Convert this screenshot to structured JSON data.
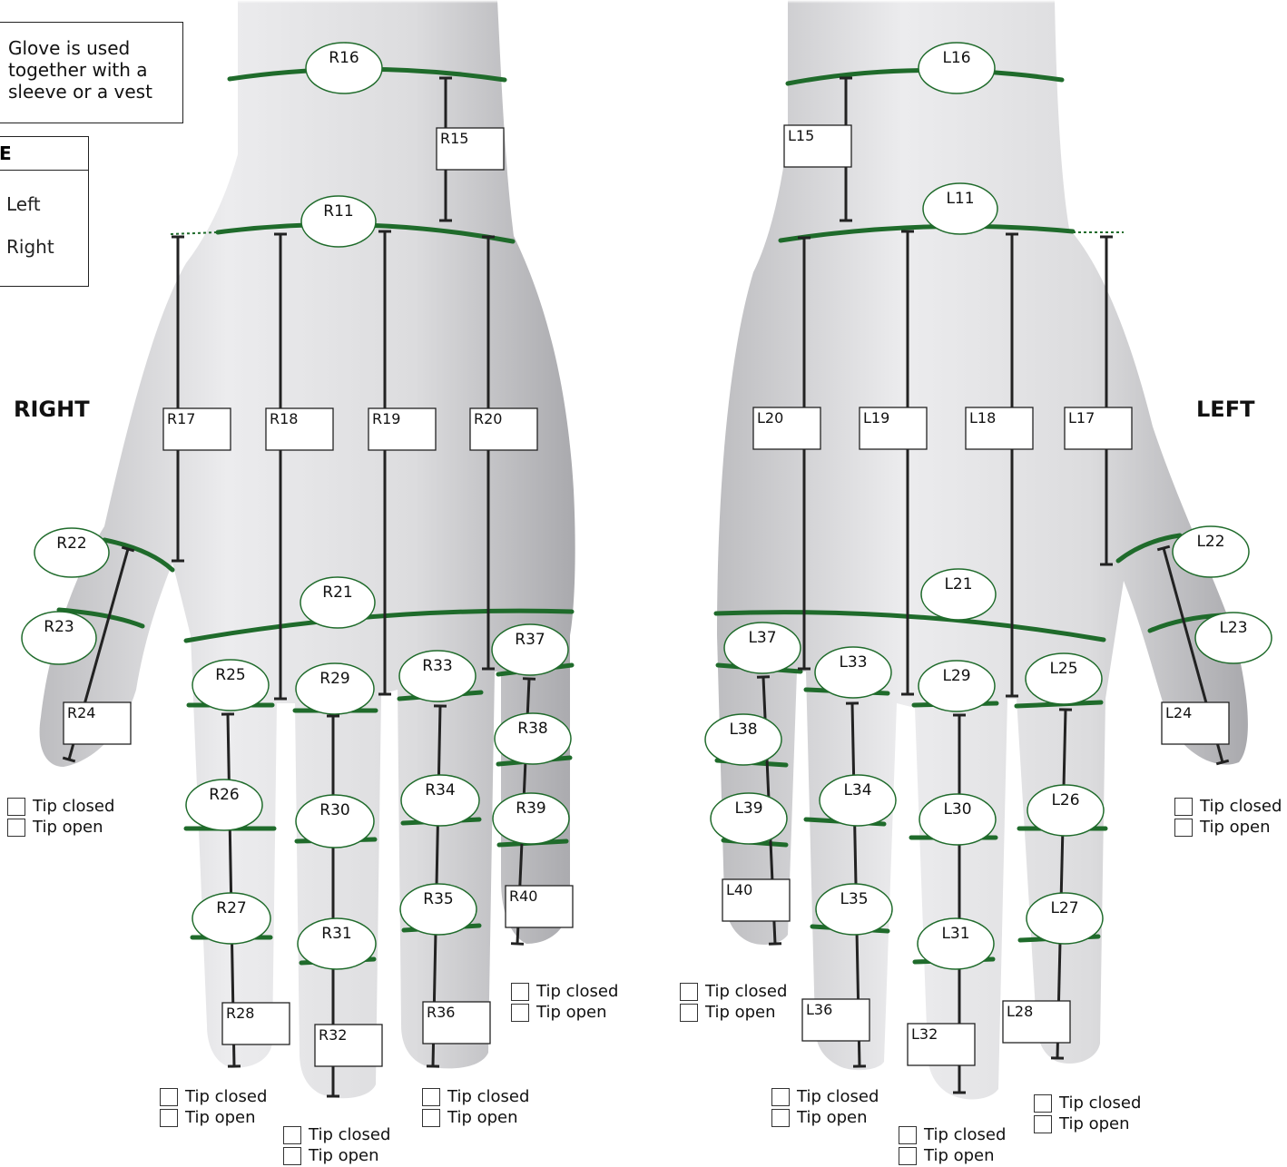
{
  "note": {
    "line1": "Glove is used",
    "line2": "together with a",
    "line3": "sleeve or a vest"
  },
  "side_selector": {
    "heading": "E",
    "options": [
      "Left",
      "Right"
    ]
  },
  "hands": {
    "right_title": "RIGHT",
    "left_title": "LEFT"
  },
  "tip_options": {
    "closed": "Tip closed",
    "open": "Tip open"
  },
  "colors": {
    "circumference_line": "#1f6b2b",
    "length_line": "#222222",
    "hand_fill": "#d6d6d8"
  },
  "right_labels": [
    "R11",
    "R15",
    "R16",
    "R17",
    "R18",
    "R19",
    "R20",
    "R21",
    "R22",
    "R23",
    "R24",
    "R25",
    "R26",
    "R27",
    "R28",
    "R29",
    "R30",
    "R31",
    "R32",
    "R33",
    "R34",
    "R35",
    "R36",
    "R37",
    "R38",
    "R39",
    "R40"
  ],
  "left_labels": [
    "L11",
    "L15",
    "L16",
    "L17",
    "L18",
    "L19",
    "L20",
    "L21",
    "L22",
    "L23",
    "L24",
    "L25",
    "L26",
    "L27",
    "L28",
    "L29",
    "L30",
    "L31",
    "L32",
    "L33",
    "L34",
    "L35",
    "L36",
    "L37",
    "L38",
    "L39",
    "L40"
  ]
}
